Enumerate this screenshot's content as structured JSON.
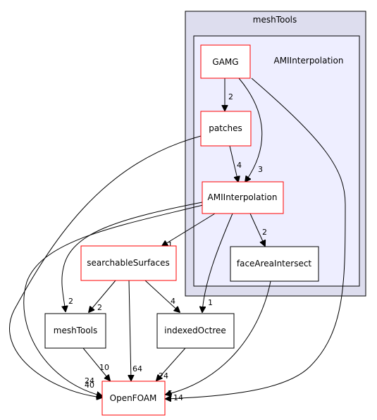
{
  "colors": {
    "outer_cluster_fill": "#ddddee",
    "inner_cluster_fill": "#eeeeff",
    "cluster_stroke": "#000000",
    "node_red_stroke": "#ff0000",
    "node_black_stroke": "#000000",
    "node_fill": "#ffffff",
    "edge": "#000000"
  },
  "clusters": {
    "outer": {
      "label": "meshTools"
    },
    "inner": {
      "label": "AMIInterpolation"
    }
  },
  "nodes": {
    "gamg": {
      "label": "GAMG",
      "border": "red"
    },
    "patches": {
      "label": "patches",
      "border": "red"
    },
    "ami": {
      "label": "AMIInterpolation",
      "border": "red"
    },
    "face_area_intersect": {
      "label": "faceAreaIntersect",
      "border": "black"
    },
    "searchable_surfaces": {
      "label": "searchableSurfaces",
      "border": "red"
    },
    "mesh_tools": {
      "label": "meshTools",
      "border": "black"
    },
    "indexed_octree": {
      "label": "indexedOctree",
      "border": "black"
    },
    "openfoam": {
      "label": "OpenFOAM",
      "border": "red"
    }
  },
  "edges": [
    {
      "id": "gamg-patches",
      "from": "GAMG",
      "to": "patches",
      "label": "2"
    },
    {
      "id": "gamg-ami",
      "from": "GAMG",
      "to": "AMIInterpolation",
      "label": "3"
    },
    {
      "id": "gamg-openfoam",
      "from": "GAMG",
      "to": "OpenFOAM",
      "label": "14"
    },
    {
      "id": "patches-ami",
      "from": "patches",
      "to": "AMIInterpolation",
      "label": "4"
    },
    {
      "id": "patches-openfoam",
      "from": "patches",
      "to": "OpenFOAM",
      "label": "40"
    },
    {
      "id": "ami-face",
      "from": "AMIInterpolation",
      "to": "faceAreaIntersect",
      "label": "2"
    },
    {
      "id": "ami-searchable",
      "from": "AMIInterpolation",
      "to": "searchableSurfaces",
      "label": "1"
    },
    {
      "id": "ami-meshtools",
      "from": "AMIInterpolation",
      "to": "meshTools",
      "label": "2"
    },
    {
      "id": "ami-indexedoctree",
      "from": "AMIInterpolation",
      "to": "indexedOctree",
      "label": "1"
    },
    {
      "id": "ami-openfoam",
      "from": "AMIInterpolation",
      "to": "OpenFOAM",
      "label": "24"
    },
    {
      "id": "face-openfoam",
      "from": "faceAreaIntersect",
      "to": "OpenFOAM",
      "label": "5"
    },
    {
      "id": "searchable-meshtools",
      "from": "searchableSurfaces",
      "to": "meshTools",
      "label": "2"
    },
    {
      "id": "searchable-indexedoctree",
      "from": "searchableSurfaces",
      "to": "indexedOctree",
      "label": "4"
    },
    {
      "id": "searchable-openfoam",
      "from": "searchableSurfaces",
      "to": "OpenFOAM",
      "label": "64"
    },
    {
      "id": "meshtools-openfoam",
      "from": "meshTools",
      "to": "OpenFOAM",
      "label": "10"
    },
    {
      "id": "indexedoctree-openfoam",
      "from": "indexedOctree",
      "to": "OpenFOAM",
      "label": "24"
    }
  ]
}
